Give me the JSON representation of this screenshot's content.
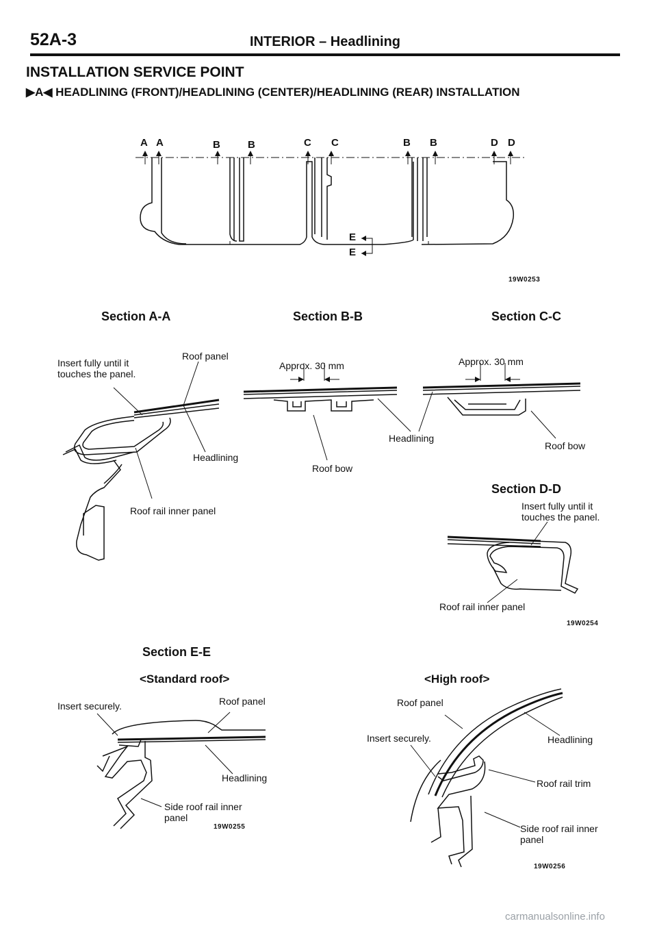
{
  "header": {
    "page_number": "52A-3",
    "page_title": "INTERIOR – Headlining"
  },
  "section_title": "INSTALLATION SERVICE POINT",
  "sub_heading": {
    "marker_left": "▶A◀",
    "text": "HEADLINING (FRONT)/HEADLINING (CENTER)/HEADLINING (REAR) INSTALLATION"
  },
  "top_diagram": {
    "cut_labels": [
      "A",
      "A",
      "B",
      "B",
      "C",
      "C",
      "B",
      "B",
      "D",
      "D"
    ],
    "e_labels": [
      "E",
      "E"
    ],
    "code": "19W0253"
  },
  "sections_1": {
    "titles": [
      "Section A-A",
      "Section B-B",
      "Section C-C",
      "Section D-D"
    ],
    "a_a": {
      "insert_note": "Insert fully until it\ntouches the panel.",
      "roof_panel": "Roof panel",
      "headlining": "Headlining",
      "roof_rail_inner_panel": "Roof rail inner panel"
    },
    "b_b": {
      "approx": "Approx. 30 mm",
      "roof_bow": "Roof bow"
    },
    "c_c": {
      "approx": "Approx. 30 mm",
      "headlining": "Headlining",
      "roof_bow": "Roof bow"
    },
    "d_d": {
      "insert_note": "Insert fully until it\ntouches the panel.",
      "roof_rail_inner_panel": "Roof rail inner panel"
    },
    "code": "19W0254"
  },
  "sections_2": {
    "title": "Section E-E",
    "standard": {
      "heading": "<Standard roof>",
      "insert_note": "Insert securely.",
      "roof_panel": "Roof panel",
      "headlining": "Headlining",
      "side_roof_rail": "Side roof rail inner\npanel",
      "code": "19W0255"
    },
    "high": {
      "heading": "<High roof>",
      "roof_panel": "Roof panel",
      "insert_note": "Insert securely.",
      "headlining": "Headlining",
      "roof_rail_trim": "Roof rail trim",
      "side_roof_rail": "Side roof rail inner\npanel",
      "code": "19W0256"
    }
  },
  "watermark": "carmanualsonline.info"
}
